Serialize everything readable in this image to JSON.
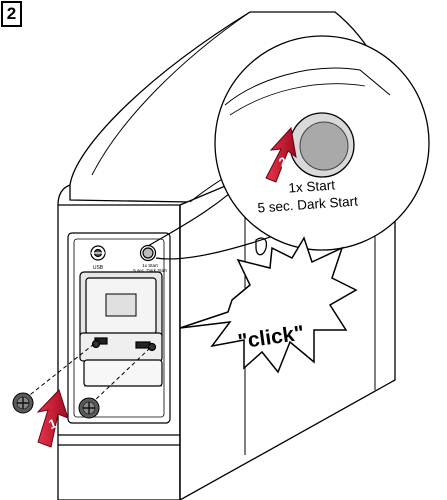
{
  "step_number": "2",
  "callout": {
    "line1": "1x Start",
    "line2": "5 sec. Dark Start",
    "arrow_number": "2"
  },
  "panel": {
    "usb_label": "USB",
    "button_label_line1": "1x Start",
    "button_label_line2": "5 sec. Dark Start"
  },
  "click_label": "\"click\"",
  "screws_arrow_number": "1",
  "colors": {
    "arrow_red": "#c8102e",
    "outline": "#000000",
    "background": "#ffffff"
  }
}
